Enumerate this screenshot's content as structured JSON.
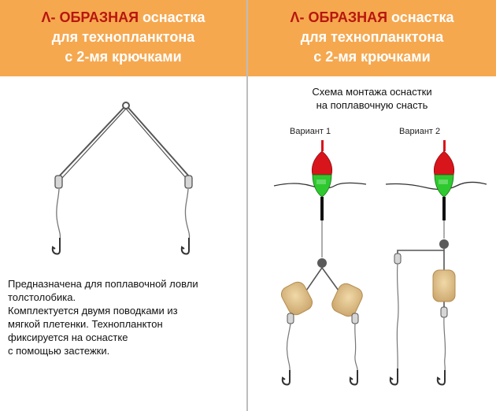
{
  "left_panel": {
    "header": {
      "accent": "Λ- ОБРАЗНАЯ",
      "line1_rest": " оснастка",
      "line2": "для технопланктона",
      "line3": "с 2-мя крючками"
    },
    "description_lines": [
      "Предназначена для поплавочной ловли",
      "толстолобика.",
      "Комплектуется двумя поводками из",
      "мягкой плетенки. Технопланктон",
      "фиксируется на оснастке",
      "с помощью застежки."
    ]
  },
  "right_panel": {
    "header": {
      "accent": "Λ- ОБРАЗНАЯ",
      "line1_rest": " оснастка",
      "line2": "для технопланктона",
      "line3": "с 2-мя крючками"
    },
    "scheme_title_lines": [
      "Схема монтажа оснастки",
      "на поплавочную снасть"
    ],
    "variant1_label": "Вариант 1",
    "variant2_label": "Вариант 2"
  },
  "colors": {
    "header_bg": "#f6a84f",
    "header_text": "#ffffff",
    "accent_text": "#b8160f",
    "float_top": "#d8151b",
    "float_bottom": "#2ec92e",
    "cork": "#e6c891",
    "wire": "#555555"
  }
}
